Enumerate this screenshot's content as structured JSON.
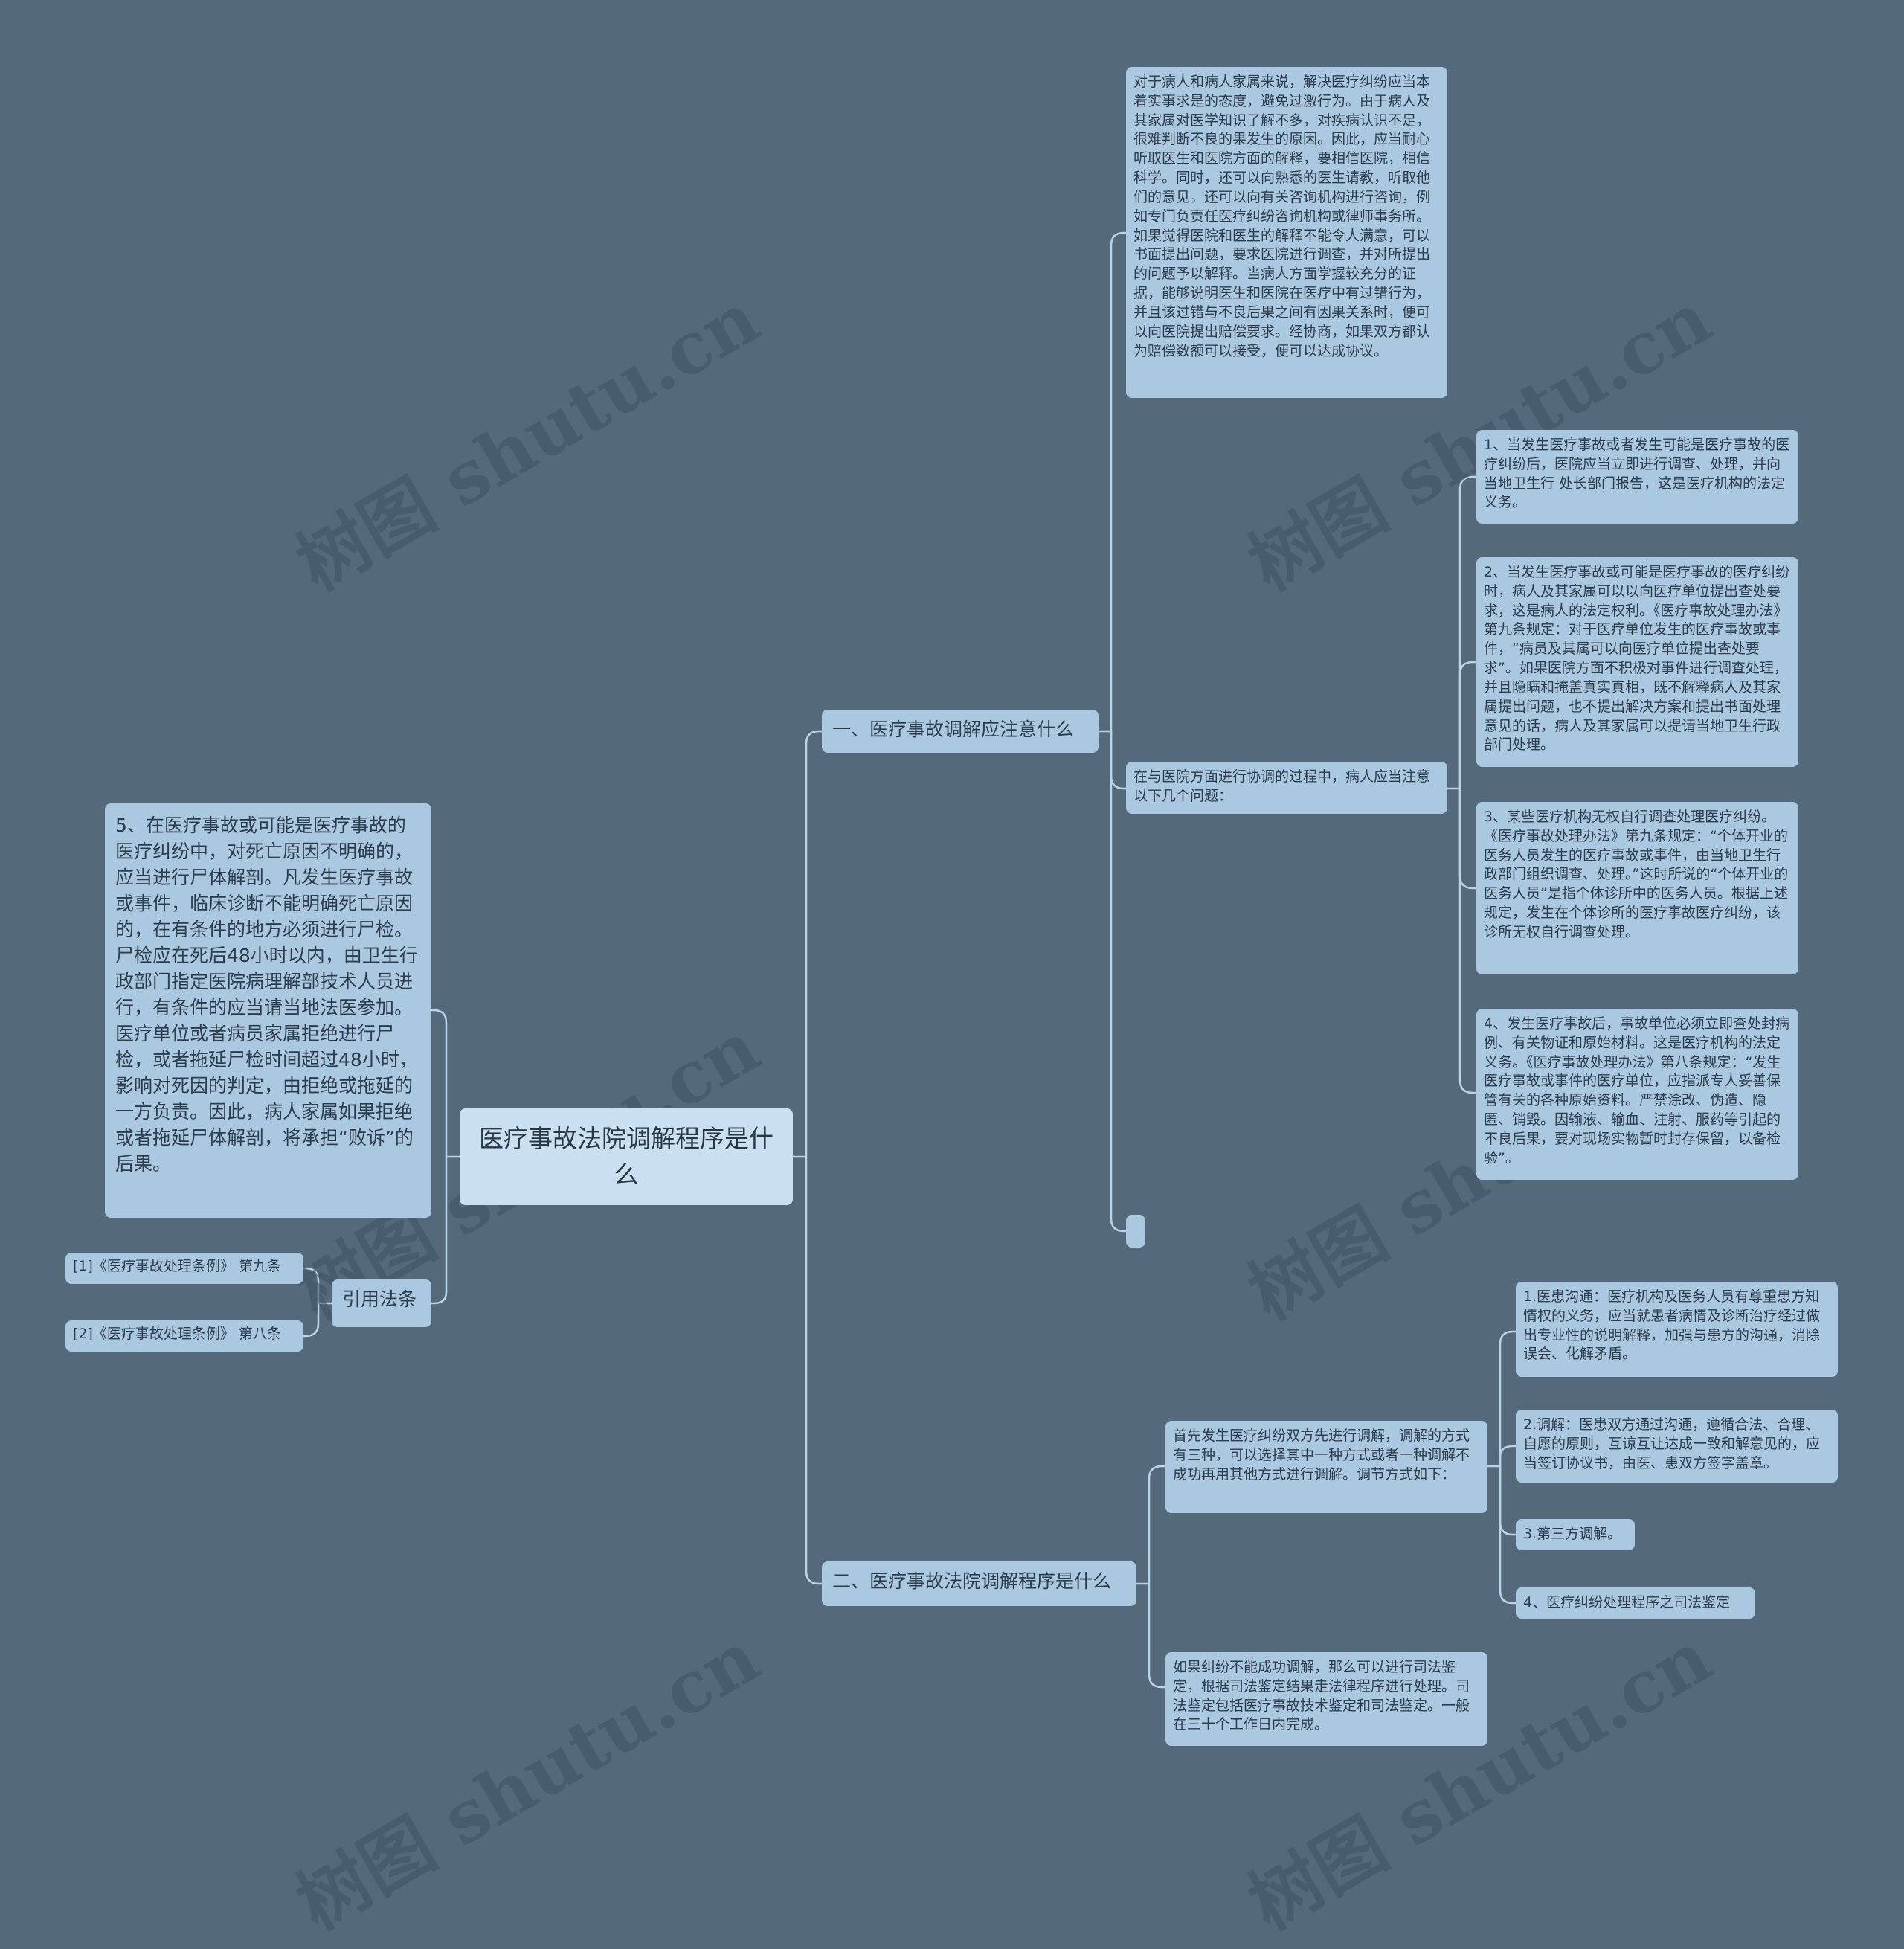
{
  "watermark": "树图 shutu.cn",
  "root": {
    "title": "医疗事故法院调解程序是什么"
  },
  "left": {
    "note5": "5、在医疗事故或可能是医疗事故的医疗纠纷中，对死亡原因不明确的，应当进行尸体解剖。凡发生医疗事故或事件，临床诊断不能明确死亡原因的，在有条件的地方必须进行尸检。尸检应在死后48小时以内，由卫生行政部门指定医院病理解部技术人员进行，有条件的应当请当地法医参加。医疗单位或者病员家属拒绝进行尸检，或者拖延尸检时间超过48小时，影响对死因的判定，由拒绝或拖延的一方负责。因此，病人家属如果拒绝或者拖延尸体解剖，将承担“败诉”的后果。",
    "citations": {
      "label": "引用法条",
      "items": [
        "[1]《医疗事故处理条例》 第九条",
        "[2]《医疗事故处理条例》 第八条"
      ]
    }
  },
  "branch1": {
    "label": "一、医疗事故调解应注意什么",
    "attitude": "对于病人和病人家属来说，解决医疗纠纷应当本着实事求是的态度，避免过激行为。由于病人及其家属对医学知识了解不多，对疾病认识不足，很难判断不良的果发生的原因。因此，应当耐心听取医生和医院方面的解释，要相信医院，相信科学。同时，还可以向熟悉的医生请教，听取他们的意见。还可以向有关咨询机构进行咨询，例如专门负责任医疗纠纷咨询机构或律师事务所。如果觉得医院和医生的解释不能令人满意，可以书面提出问题，要求医院进行调查，并对所提出的问题予以解释。当病人方面掌握较充分的证据，能够说明医生和医院在医疗中有过错行为，并且该过错与不良后果之间有因果关系时，便可以向医院提出赔偿要求。经协商，如果双方都认为赔偿数额可以接受，便可以达成协议。",
    "coordination": "在与医院方面进行协调的过程中，病人应当注意以下几个问题：",
    "points": [
      "1、当发生医疗事故或者发生可能是医疗事故的医疗纠纷后，医院应当立即进行调查、处理，并向当地卫生行 处长部门报告，这是医疗机构的法定义务。",
      "2、当发生医疗事故或可能是医疗事故的医疗纠纷时，病人及其家属可以以向医疗单位提出查处要求，这是病人的法定权利。《医疗事故处理办法》第九条规定：对于医疗单位发生的医疗事故或事件，“病员及其属可以向医疗单位提出查处要求”。如果医院方面不积极对事件进行调查处理，并且隐瞒和掩盖真实真相，既不解释病人及其家属提出问题，也不提出解决方案和提出书面处理意见的话，病人及其家属可以提请当地卫生行政部门处理。",
      "3、某些医疗机构无权自行调查处理医疗纠纷。《医疗事故处理办法》第九条规定：“个体开业的医务人员发生的医疗事故或事件，由当地卫生行政部门组织调查、处理。”这时所说的“个体开业的医务人员”是指个体诊所中的医务人员。根据上述规定，发生在个体诊所的医疗事故医疗纠纷，该诊所无权自行调查处理。",
      "4、发生医疗事故后，事故单位必须立即查处封病例、有关物证和原始材料。这是医疗机构的法定义务。《医疗事故处理办法》第八条规定：“发生医疗事故或事件的医疗单位，应指派专人妥善保管有关的各种原始资料。严禁涂改、伪造、隐匿、销毁。因输液、输血、注射、服药等引起的不良后果，要对现场实物暂时封存保留，以备检验”。"
    ],
    "empty": ""
  },
  "branch2": {
    "label": "二、医疗事故法院调解程序是什么",
    "first": "首先发生医疗纠纷双方先进行调解，调解的方式有三种，可以选择其中一种方式或者一种调解不成功再用其他方式进行调解。调节方式如下：",
    "methods": [
      "1.医患沟通：医疗机构及医务人员有尊重患方知情权的义务，应当就患者病情及诊断治疗经过做出专业性的说明解释，加强与患方的沟通，消除误会、化解矛盾。",
      "2.调解：医患双方通过沟通，遵循合法、合理、自愿的原则，互谅互让达成一致和解意见的，应当签订协议书，由医、患双方签字盖章。",
      "3.第三方调解。",
      "4、医疗纠纷处理程序之司法鉴定"
    ],
    "judicial": "如果纠纷不能成功调解，那么可以进行司法鉴定，根据司法鉴定结果走法律程序进行处理。司法鉴定包括医疗事故技术鉴定和司法鉴定。一般在三十个工作日内完成。"
  },
  "colors": {
    "background": "#546a7b",
    "node": "#aac8e0",
    "root": "#c8e0f0",
    "line": "#b9d3e8",
    "text": "#2d3d4c"
  }
}
